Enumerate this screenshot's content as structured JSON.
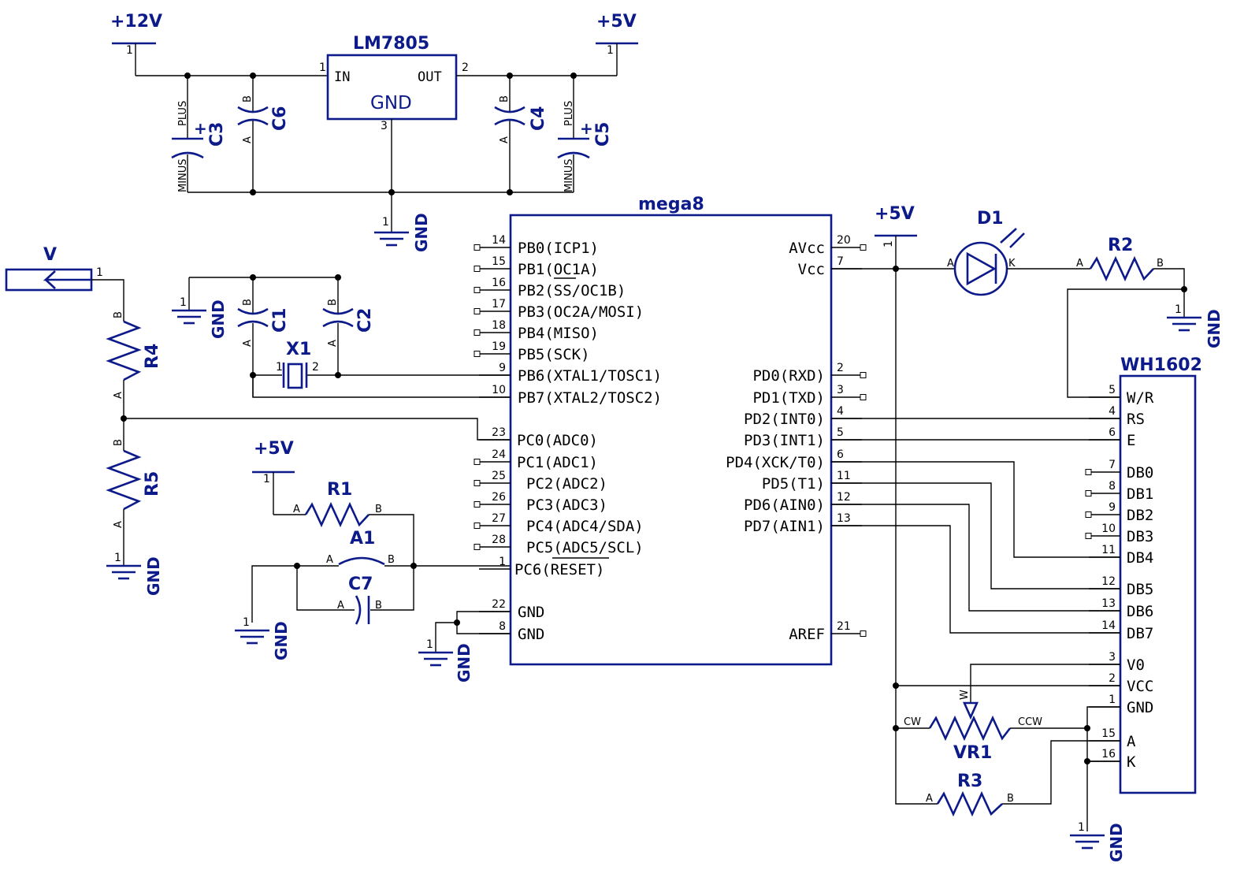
{
  "supplies": {
    "v12": "+12V",
    "v5": "+5V",
    "gnd": "GND"
  },
  "regulator": {
    "ref": "LM7805",
    "in": "IN",
    "out": "OUT",
    "gnd": "GND",
    "p1": "1",
    "p2": "2",
    "p3": "3"
  },
  "cap_polar": {
    "plus": "PLUS",
    "minus": "MINUS",
    "sign": "+"
  },
  "pin_letters": {
    "a": "A",
    "b": "B",
    "w": "W",
    "cw": "CW",
    "ccw": "CCW",
    "one": "1",
    "two": "2"
  },
  "refs": {
    "C1": "C1",
    "C2": "C2",
    "C3": "C3",
    "C4": "C4",
    "C5": "C5",
    "C6": "C6",
    "C7": "C7",
    "X1": "X1",
    "R1": "R1",
    "R2": "R2",
    "R3": "R3",
    "R4": "R4",
    "R5": "R5",
    "VR1": "VR1",
    "D1": "D1",
    "A1": "A1",
    "V": "V"
  },
  "mcu": {
    "ref": "mega8",
    "left": [
      {
        "num": "14",
        "name": "PB0(ICP1)"
      },
      {
        "num": "15",
        "name": "PB1(OC1A)"
      },
      {
        "num": "16",
        "name": "PB2(SS/OC1B)"
      },
      {
        "num": "17",
        "name": "PB3(OC2A/MOSI)"
      },
      {
        "num": "18",
        "name": "PB4(MISO)"
      },
      {
        "num": "19",
        "name": "PB5(SCK)"
      },
      {
        "num": "9",
        "name": "PB6(XTAL1/TOSC1)"
      },
      {
        "num": "10",
        "name": "PB7(XTAL2/TOSC2)"
      },
      {
        "num": "23",
        "name": "PC0(ADC0)"
      },
      {
        "num": "24",
        "name": "PC1(ADC1)"
      },
      {
        "num": "25",
        "name": "PC2(ADC2)"
      },
      {
        "num": "26",
        "name": "PC3(ADC3)"
      },
      {
        "num": "27",
        "name": "PC4(ADC4/SDA)"
      },
      {
        "num": "28",
        "name": "PC5(ADC5/SCL)"
      },
      {
        "num": "1",
        "name": "PC6(RESET)"
      },
      {
        "num": "22",
        "name": "GND"
      },
      {
        "num": "8",
        "name": "GND"
      }
    ],
    "right": [
      {
        "num": "20",
        "name": "AVcc"
      },
      {
        "num": "7",
        "name": "Vcc"
      },
      {
        "num": "2",
        "name": "PD0(RXD)"
      },
      {
        "num": "3",
        "name": "PD1(TXD)"
      },
      {
        "num": "4",
        "name": "PD2(INT0)"
      },
      {
        "num": "5",
        "name": "PD3(INT1)"
      },
      {
        "num": "6",
        "name": "PD4(XCK/T0)"
      },
      {
        "num": "11",
        "name": "PD5(T1)"
      },
      {
        "num": "12",
        "name": "PD6(AIN0)"
      },
      {
        "num": "13",
        "name": "PD7(AIN1)"
      },
      {
        "num": "21",
        "name": "AREF"
      }
    ]
  },
  "lcd": {
    "ref": "WH1602",
    "pins": [
      {
        "num": "5",
        "name": "W/R"
      },
      {
        "num": "4",
        "name": "RS"
      },
      {
        "num": "6",
        "name": "E"
      },
      {
        "num": "7",
        "name": "DB0"
      },
      {
        "num": "8",
        "name": "DB1"
      },
      {
        "num": "9",
        "name": "DB2"
      },
      {
        "num": "10",
        "name": "DB3"
      },
      {
        "num": "11",
        "name": "DB4"
      },
      {
        "num": "12",
        "name": "DB5"
      },
      {
        "num": "13",
        "name": "DB6"
      },
      {
        "num": "14",
        "name": "DB7"
      },
      {
        "num": "3",
        "name": "V0"
      },
      {
        "num": "2",
        "name": "VCC"
      },
      {
        "num": "1",
        "name": "GND"
      },
      {
        "num": "15",
        "name": "A"
      },
      {
        "num": "16",
        "name": "K"
      }
    ]
  }
}
